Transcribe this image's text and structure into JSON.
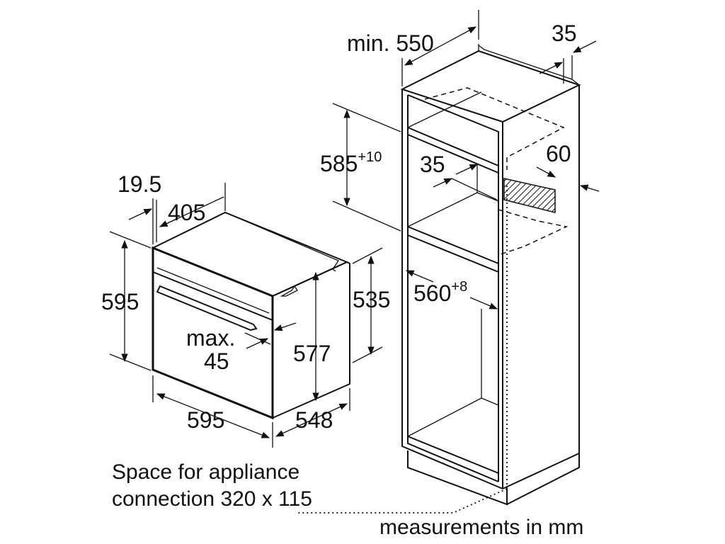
{
  "oven": {
    "height": "595",
    "width": "595",
    "depth": "548",
    "top_offset": "19.5",
    "top_depth": "405",
    "inner_height": "577",
    "side_height": "535",
    "panel_max_line1": "max.",
    "panel_max_line2": "45"
  },
  "cabinet": {
    "min_depth": "min. 550",
    "top_offset": "35",
    "niche_height_base": "585",
    "niche_height_sup": "+10",
    "side_gap": "35",
    "vent_gap": "60",
    "niche_width_base": "560",
    "niche_width_sup": "+8"
  },
  "notes": {
    "connection_line1": "Space for appliance",
    "connection_line2": "connection 320 x 115",
    "units": "measurements in mm"
  }
}
